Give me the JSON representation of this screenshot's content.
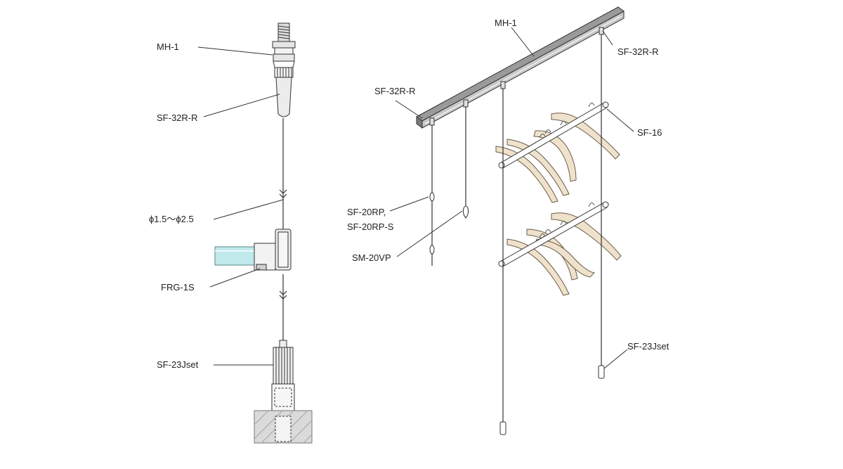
{
  "left_detail": {
    "labels": {
      "mh1": "MH-1",
      "sf32": "SF-32R-R",
      "phi": "ϕ1.5〜ϕ2.5",
      "frg": "FRG-1S",
      "sf23": "SF-23Jset"
    }
  },
  "right_view": {
    "labels": {
      "mh1": "MH-1",
      "sf32_left": "SF-32R-R",
      "sf32_right": "SF-32R-R",
      "sf16": "SF-16",
      "sf20rp_line1": "SF-20RP,",
      "sf20rp_line2": "SF-20RP-S",
      "sm20vp": "SM-20VP",
      "sf23": "SF-23Jset"
    }
  },
  "colors": {
    "line": "#333333",
    "rail": "#8a8a8a",
    "glass": "#bfe9ea",
    "hanger": "#efe2cc",
    "floor": "#d9d9d9"
  }
}
